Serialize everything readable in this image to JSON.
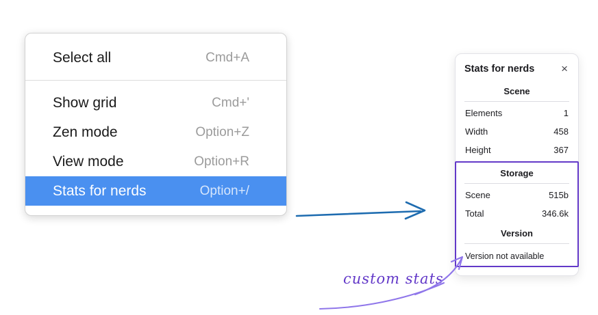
{
  "colors": {
    "highlight-blue": "#4a90f0",
    "arrow-blue": "#1e6cb0",
    "annotation-purple": "#6238c8",
    "annotation-purple-light": "#8f76ea"
  },
  "menu": {
    "items": [
      {
        "label": "Select all",
        "shortcut": "Cmd+A"
      },
      {
        "label": "Show grid",
        "shortcut": "Cmd+'"
      },
      {
        "label": "Zen mode",
        "shortcut": "Option+Z"
      },
      {
        "label": "View mode",
        "shortcut": "Option+R"
      },
      {
        "label": "Stats for nerds",
        "shortcut": "Option+/"
      }
    ]
  },
  "stats_panel": {
    "title": "Stats for nerds",
    "close_icon": "×",
    "sections": [
      {
        "header": "Scene",
        "rows": [
          {
            "label": "Elements",
            "value": "1"
          },
          {
            "label": "Width",
            "value": "458"
          },
          {
            "label": "Height",
            "value": "367"
          }
        ]
      },
      {
        "header": "Storage",
        "rows": [
          {
            "label": "Scene",
            "value": "515b"
          },
          {
            "label": "Total",
            "value": "346.6k"
          }
        ]
      },
      {
        "header": "Version",
        "note": "Version not available"
      }
    ]
  },
  "annotation": {
    "label": "custom stats"
  }
}
